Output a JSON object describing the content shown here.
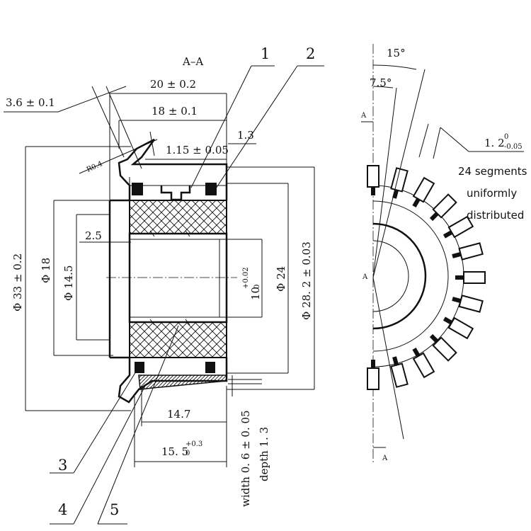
{
  "section": {
    "title": "A–A",
    "section_marker": "A",
    "overall_width": "20 ± 0.2",
    "inner_width": "18 ± 0.1",
    "flange_thickness": "3.6 ± 0.1",
    "radius": "R0.4",
    "groove": "1.15 ± 0.05",
    "edge": "1.3",
    "bore_depth": "2.5",
    "dia_outer": "Φ 33 ± 0.2",
    "dia_18": "Φ 18",
    "dia_14_5": "Φ 14.5",
    "bore_dia": "10",
    "bore_tol_plus": "+0.02",
    "bore_tol_minus": "0",
    "dia_24": "Φ 24",
    "dia_28_2": "Φ 28. 2 ± 0.03",
    "len_14_7": "14.7",
    "len_15_5": "15. 5",
    "len_15_5_plus": "+0.3",
    "len_15_5_minus": "0",
    "slot_width": "width  0. 6 ± 0. 05",
    "slot_depth": "depth 1. 3"
  },
  "callouts": [
    "1",
    "2",
    "3",
    "4",
    "5"
  ],
  "end_view": {
    "angle_15": "15°",
    "angle_7_5": "7.5°",
    "seg_width": "1. 2",
    "seg_width_plus": "0",
    "seg_width_minus": "-0.05",
    "note_lines": [
      "24 segments",
      "uniformly",
      "distributed"
    ]
  }
}
